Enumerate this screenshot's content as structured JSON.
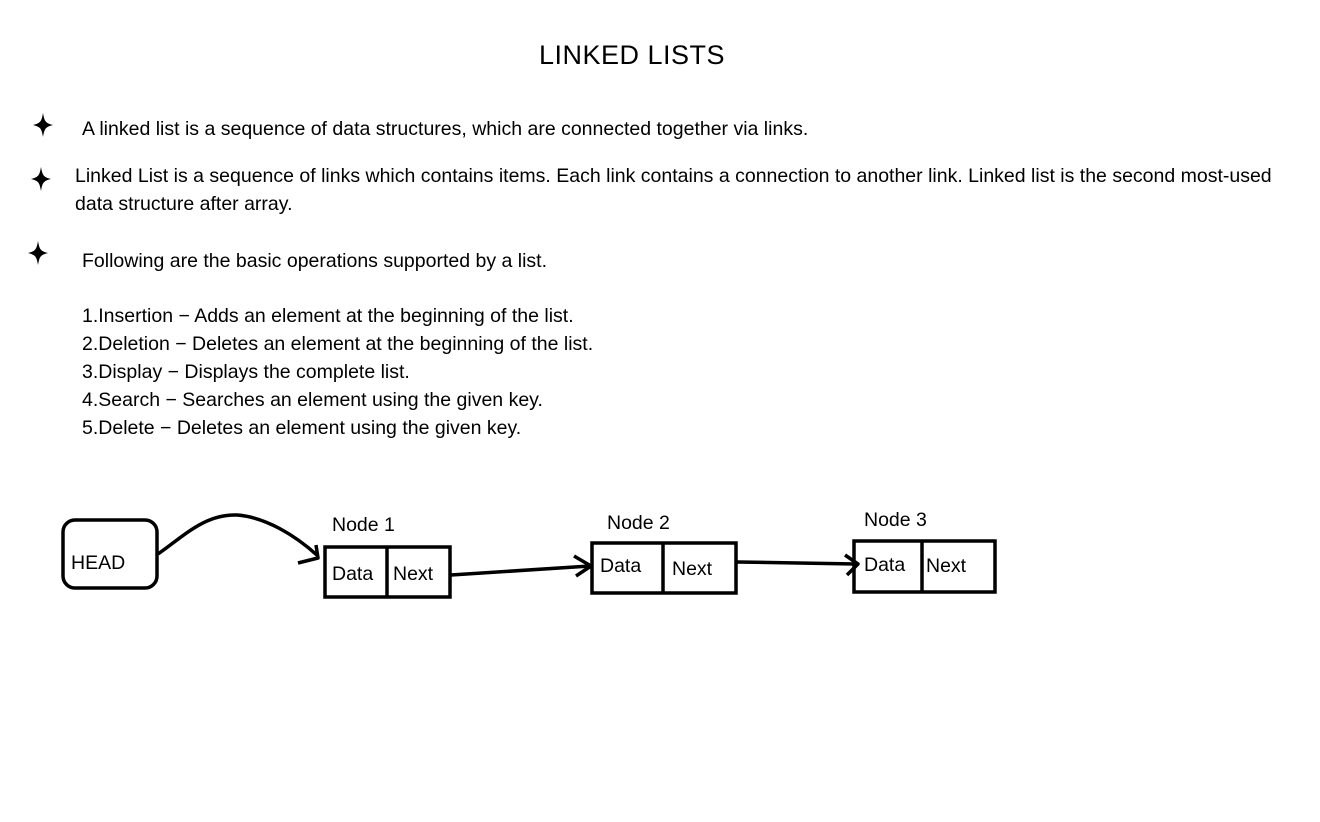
{
  "page": {
    "title": "LINKED LISTS"
  },
  "bullets": [
    {
      "text": "A linked list is a sequence of data structures, which are connected together via links."
    },
    {
      "text": "Linked List is a sequence of links which contains items. Each link contains a connection to another link. Linked list is the second most-used data structure after array."
    },
    {
      "text": "Following are the basic operations supported by a list."
    }
  ],
  "operations": [
    "1.Insertion − Adds an element at the beginning of the list.",
    "2.Deletion − Deletes an element at the beginning of the list.",
    "3.Display − Displays the complete list.",
    "4.Search − Searches an element using the given key.",
    "5.Delete − Deletes an element using the given key."
  ],
  "diagram": {
    "head_label": "HEAD",
    "nodes": [
      {
        "title": "Node 1",
        "data_label": "Data",
        "next_label": "Next"
      },
      {
        "title": "Node 2",
        "data_label": "Data",
        "next_label": "Next"
      },
      {
        "title": "Node 3",
        "data_label": "Data",
        "next_label": "Next"
      }
    ]
  },
  "colors": {
    "ink": "#000000",
    "background": "#ffffff"
  },
  "icons": {
    "bullet": "four-point-star-icon"
  }
}
